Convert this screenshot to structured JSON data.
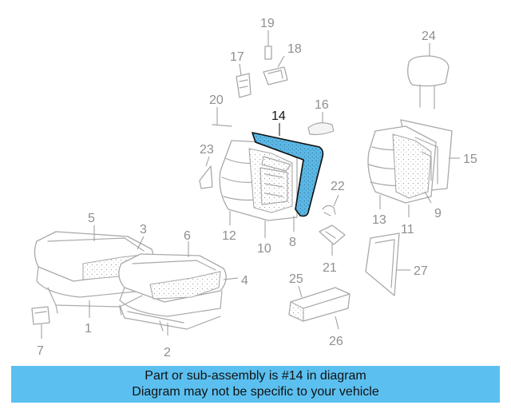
{
  "callouts": [
    {
      "id": "1",
      "text": "1"
    },
    {
      "id": "2",
      "text": "2"
    },
    {
      "id": "3",
      "text": "3"
    },
    {
      "id": "4",
      "text": "4"
    },
    {
      "id": "5",
      "text": "5"
    },
    {
      "id": "6",
      "text": "6"
    },
    {
      "id": "7",
      "text": "7"
    },
    {
      "id": "8",
      "text": "8"
    },
    {
      "id": "9",
      "text": "9"
    },
    {
      "id": "10",
      "text": "10"
    },
    {
      "id": "11",
      "text": "11"
    },
    {
      "id": "12",
      "text": "12"
    },
    {
      "id": "13",
      "text": "13"
    },
    {
      "id": "14",
      "text": "14"
    },
    {
      "id": "15",
      "text": "15"
    },
    {
      "id": "16",
      "text": "16"
    },
    {
      "id": "17",
      "text": "17"
    },
    {
      "id": "18",
      "text": "18"
    },
    {
      "id": "19",
      "text": "19"
    },
    {
      "id": "20",
      "text": "20"
    },
    {
      "id": "21",
      "text": "21"
    },
    {
      "id": "22",
      "text": "22"
    },
    {
      "id": "23",
      "text": "23"
    },
    {
      "id": "24",
      "text": "24"
    },
    {
      "id": "25",
      "text": "25"
    },
    {
      "id": "26",
      "text": "26"
    },
    {
      "id": "27",
      "text": "27"
    }
  ],
  "highlight": {
    "part": "14",
    "color": "#5bb8e6"
  },
  "banner": {
    "line1": "Part or sub-assembly is #14 in diagram",
    "line2": "Diagram may not be specific to your vehicle",
    "background": "#5bc0f0"
  }
}
